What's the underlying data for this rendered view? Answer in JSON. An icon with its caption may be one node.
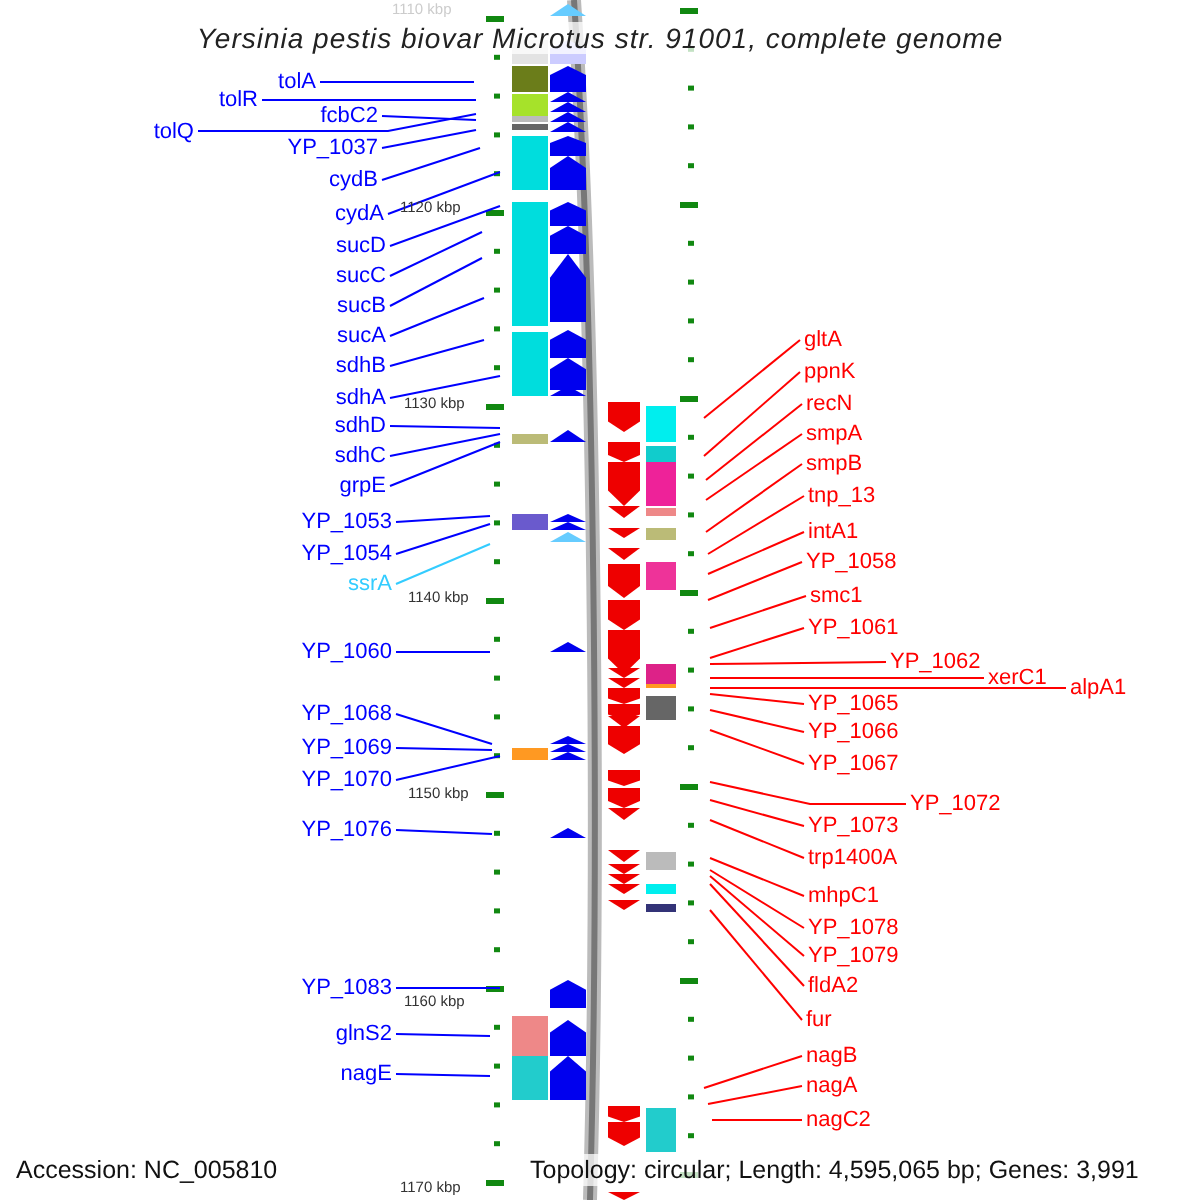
{
  "diagram": {
    "title": "Yersinia pestis biovar Microtus str. 91001, complete genome",
    "nodes": [
      {
        "text": [
          "tolA"
        ]
      },
      {
        "text": [
          "tolR"
        ]
      },
      {
        "text": [
          "tolQ"
        ]
      },
      {
        "text": [
          "fcbC2"
        ]
      },
      {
        "text": [
          "YP_1037"
        ]
      },
      {
        "text": [
          "cydB"
        ]
      },
      {
        "text": [
          "cydA"
        ]
      },
      {
        "text": [
          "sucD"
        ]
      },
      {
        "text": [
          "sucC"
        ]
      },
      {
        "text": [
          "sucB"
        ]
      },
      {
        "text": [
          "sucA"
        ]
      },
      {
        "text": [
          "sdhB"
        ]
      },
      {
        "text": [
          "sdhA"
        ]
      },
      {
        "text": [
          "sdhD"
        ]
      },
      {
        "text": [
          "sdhC"
        ]
      },
      {
        "text": [
          "grpE"
        ]
      },
      {
        "text": [
          "YP_1053"
        ]
      },
      {
        "text": [
          "YP_1054"
        ]
      },
      {
        "text": [
          "ssrA"
        ]
      },
      {
        "text": [
          "YP_1060"
        ]
      },
      {
        "text": [
          "YP_1068"
        ]
      },
      {
        "text": [
          "YP_1069"
        ]
      },
      {
        "text": [
          "YP_1070"
        ]
      },
      {
        "text": [
          "YP_1076"
        ]
      },
      {
        "text": [
          "YP_1083"
        ]
      },
      {
        "text": [
          "glnS2"
        ]
      },
      {
        "text": [
          "nagE"
        ]
      },
      {
        "text": [
          "gltA"
        ]
      },
      {
        "text": [
          "ppnK"
        ]
      },
      {
        "text": [
          "recN"
        ]
      },
      {
        "text": [
          "smpA"
        ]
      },
      {
        "text": [
          "smpB"
        ]
      },
      {
        "text": [
          "tnp_13"
        ]
      },
      {
        "text": [
          "intA1"
        ]
      },
      {
        "text": [
          "YP_1058"
        ]
      },
      {
        "text": [
          "smc1"
        ]
      },
      {
        "text": [
          "YP_1061"
        ]
      },
      {
        "text": [
          "YP_1062"
        ]
      },
      {
        "text": [
          "xerC1"
        ]
      },
      {
        "text": [
          "alpA1"
        ]
      },
      {
        "text": [
          "YP_1065"
        ]
      },
      {
        "text": [
          "YP_1066"
        ]
      },
      {
        "text": [
          "YP_1067"
        ]
      },
      {
        "text": [
          "YP_1072"
        ]
      },
      {
        "text": [
          "YP_1073"
        ]
      },
      {
        "text": [
          "trp1400A"
        ]
      },
      {
        "text": [
          "mhpC1"
        ]
      },
      {
        "text": [
          "YP_1078"
        ]
      },
      {
        "text": [
          "YP_1079"
        ]
      },
      {
        "text": [
          "fldA2"
        ]
      },
      {
        "text": [
          "fur"
        ]
      },
      {
        "text": [
          "nagB"
        ]
      },
      {
        "text": [
          "nagA"
        ]
      },
      {
        "text": [
          "nagC2"
        ]
      }
    ],
    "edges": [
      {
        "from": 0,
        "to": null,
        "arrow": "none",
        "color": "#0000ff"
      },
      {
        "from": 1,
        "to": null,
        "arrow": "none",
        "color": "#0000ff"
      },
      {
        "from": 2,
        "to": null,
        "arrow": "none",
        "color": "#0000ff"
      },
      {
        "from": 3,
        "to": null,
        "arrow": "none",
        "color": "#0000ff"
      },
      {
        "from": 4,
        "to": null,
        "arrow": "none",
        "color": "#0000ff"
      },
      {
        "from": 5,
        "to": null,
        "arrow": "none",
        "color": "#0000ff"
      },
      {
        "from": 6,
        "to": null,
        "arrow": "none",
        "color": "#0000ff"
      },
      {
        "from": 7,
        "to": null,
        "arrow": "none",
        "color": "#0000ff"
      },
      {
        "from": 8,
        "to": null,
        "arrow": "none",
        "color": "#0000ff"
      },
      {
        "from": 9,
        "to": null,
        "arrow": "none",
        "color": "#0000ff"
      },
      {
        "from": 10,
        "to": null,
        "arrow": "none",
        "color": "#0000ff"
      },
      {
        "from": 11,
        "to": null,
        "arrow": "none",
        "color": "#0000ff"
      },
      {
        "from": 12,
        "to": null,
        "arrow": "none",
        "color": "#0000ff"
      },
      {
        "from": 13,
        "to": null,
        "arrow": "none",
        "color": "#0000ff"
      },
      {
        "from": 14,
        "to": null,
        "arrow": "none",
        "color": "#0000ff"
      },
      {
        "from": 15,
        "to": null,
        "arrow": "none",
        "color": "#0000ff"
      },
      {
        "from": 16,
        "to": null,
        "arrow": "none",
        "color": "#0000ff"
      },
      {
        "from": 17,
        "to": null,
        "arrow": "none",
        "color": "#0000ff"
      },
      {
        "from": 18,
        "to": null,
        "arrow": "none",
        "color": "#33ccff"
      },
      {
        "from": 19,
        "to": null,
        "arrow": "none",
        "color": "#0000ff"
      },
      {
        "from": 20,
        "to": null,
        "arrow": "none",
        "color": "#0000ff"
      },
      {
        "from": 21,
        "to": null,
        "arrow": "none",
        "color": "#0000ff"
      },
      {
        "from": 22,
        "to": null,
        "arrow": "none",
        "color": "#0000ff"
      },
      {
        "from": 23,
        "to": null,
        "arrow": "none",
        "color": "#0000ff"
      },
      {
        "from": 24,
        "to": null,
        "arrow": "none",
        "color": "#0000ff"
      },
      {
        "from": 25,
        "to": null,
        "arrow": "none",
        "color": "#0000ff"
      },
      {
        "from": 26,
        "to": null,
        "arrow": "none",
        "color": "#0000ff"
      },
      {
        "from": 27,
        "to": null,
        "arrow": "none",
        "color": "#ff0000"
      },
      {
        "from": 28,
        "to": null,
        "arrow": "none",
        "color": "#ff0000"
      },
      {
        "from": 29,
        "to": null,
        "arrow": "none",
        "color": "#ff0000"
      },
      {
        "from": 30,
        "to": null,
        "arrow": "none",
        "color": "#ff0000"
      },
      {
        "from": 31,
        "to": null,
        "arrow": "none",
        "color": "#ff0000"
      },
      {
        "from": 32,
        "to": null,
        "arrow": "none",
        "color": "#ff0000"
      },
      {
        "from": 33,
        "to": null,
        "arrow": "none",
        "color": "#ff0000"
      },
      {
        "from": 34,
        "to": null,
        "arrow": "none",
        "color": "#ff0000"
      },
      {
        "from": 35,
        "to": null,
        "arrow": "none",
        "color": "#ff0000"
      },
      {
        "from": 36,
        "to": null,
        "arrow": "none",
        "color": "#ff0000"
      },
      {
        "from": 37,
        "to": null,
        "arrow": "none",
        "color": "#ff0000"
      },
      {
        "from": 38,
        "to": null,
        "arrow": "none",
        "color": "#ff0000"
      },
      {
        "from": 39,
        "to": null,
        "arrow": "none",
        "color": "#ff0000"
      },
      {
        "from": 40,
        "to": null,
        "arrow": "none",
        "color": "#ff0000"
      },
      {
        "from": 41,
        "to": null,
        "arrow": "none",
        "color": "#ff0000"
      },
      {
        "from": 42,
        "to": null,
        "arrow": "none",
        "color": "#ff0000"
      },
      {
        "from": 43,
        "to": null,
        "arrow": "none",
        "color": "#ff0000"
      },
      {
        "from": 44,
        "to": null,
        "arrow": "none",
        "color": "#ff0000"
      },
      {
        "from": 45,
        "to": null,
        "arrow": "none",
        "color": "#ff0000"
      },
      {
        "from": 46,
        "to": null,
        "arrow": "none",
        "color": "#ff0000"
      },
      {
        "from": 47,
        "to": null,
        "arrow": "none",
        "color": "#ff0000"
      },
      {
        "from": 48,
        "to": null,
        "arrow": "none",
        "color": "#ff0000"
      },
      {
        "from": 49,
        "to": null,
        "arrow": "none",
        "color": "#ff0000"
      },
      {
        "from": 50,
        "to": null,
        "arrow": "none",
        "color": "#ff0000"
      },
      {
        "from": 51,
        "to": null,
        "arrow": "none",
        "color": "#ff0000"
      },
      {
        "from": 52,
        "to": null,
        "arrow": "none",
        "color": "#ff0000"
      },
      {
        "from": 53,
        "to": null,
        "arrow": "none",
        "color": "#ff0000"
      }
    ],
    "labels": [
      "1110 kbp",
      "1120 kbp",
      "1130 kbp",
      "1140 kbp",
      "1150 kbp",
      "1160 kbp",
      "Accession: NC_005810",
      "Topology: circular; Length: 4,595,065 bp; Genes: 3,991",
      "1170 kbp"
    ]
  }
}
